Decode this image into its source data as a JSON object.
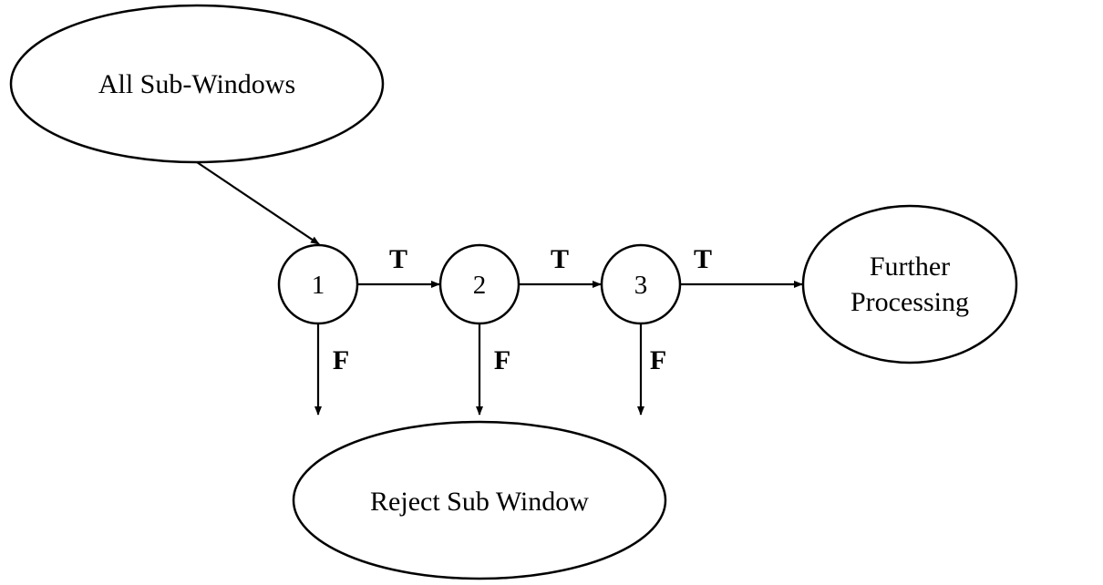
{
  "nodes": {
    "start": "All Sub-Windows",
    "stage1": "1",
    "stage2": "2",
    "stage3": "3",
    "further_line1": "Further",
    "further_line2": "Processing",
    "reject": "Reject Sub Window"
  },
  "edges": {
    "true_label": "T",
    "false_label": "F"
  }
}
